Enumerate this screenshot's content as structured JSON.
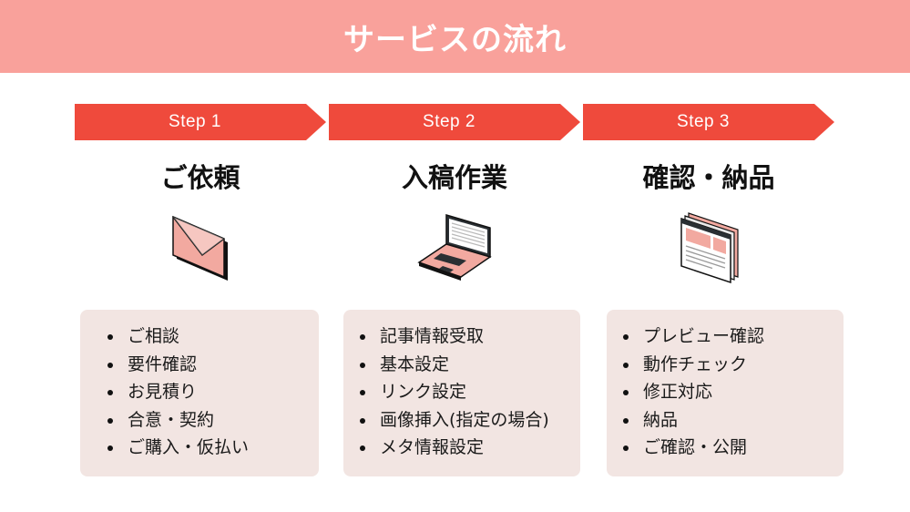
{
  "header": {
    "title": "サービスの流れ"
  },
  "steps": [
    {
      "label": "Step 1",
      "title": "ご依頼",
      "icon": "envelope-icon",
      "items": [
        "ご相談",
        "要件確認",
        "お見積り",
        "合意・契約",
        "ご購入・仮払い"
      ]
    },
    {
      "label": "Step 2",
      "title": "入稿作業",
      "icon": "laptop-icon",
      "items": [
        "記事情報受取",
        "基本設定",
        "リンク設定",
        "画像挿入(指定の場合)",
        "メタ情報設定"
      ]
    },
    {
      "label": "Step 3",
      "title": "確認・納品",
      "icon": "web-pages-icon",
      "items": [
        "プレビュー確認",
        "動作チェック",
        "修正対応",
        "納品",
        "ご確認・公開"
      ]
    }
  ],
  "colors": {
    "header_bg": "#f9a19b",
    "arrow_bg": "#ef4a3c",
    "box_bg": "#f2e5e2",
    "icon_pink": "#f2a9a0"
  }
}
